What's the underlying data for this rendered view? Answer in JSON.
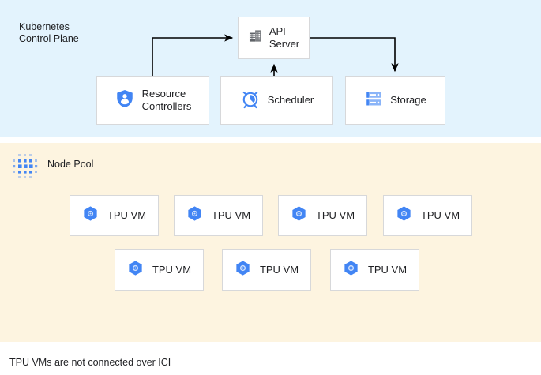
{
  "diagram": {
    "caption": "TPU VMs are not connected over ICI",
    "colors": {
      "control_plane_bg": "#e3f3fd",
      "node_pool_bg": "#fdf4e0",
      "box_bg": "#ffffff",
      "box_border": "#d7d8da",
      "accent_blue": "#4285f4",
      "icon_gray": "#5f6368",
      "arrow": "#000000",
      "text": "#202124"
    },
    "control_plane": {
      "title": "Kubernetes\nControl Plane",
      "nodes": [
        {
          "id": "api-server",
          "label": "API\nServer",
          "icon": "building-icon"
        },
        {
          "id": "resource-controllers",
          "label": "Resource\nControllers",
          "icon": "shield-person-icon"
        },
        {
          "id": "scheduler",
          "label": "Scheduler",
          "icon": "alarm-clock-icon"
        },
        {
          "id": "storage",
          "label": "Storage",
          "icon": "server-rack-icon"
        }
      ],
      "connections": [
        {
          "from": "resource-controllers",
          "to": "api-server",
          "style": "elbow-up-right"
        },
        {
          "from": "scheduler",
          "to": "api-server",
          "style": "straight-up"
        },
        {
          "from": "api-server",
          "to": "storage",
          "style": "elbow-right-down"
        }
      ]
    },
    "node_pool": {
      "title": "Node Pool",
      "icon": "dot-grid-icon",
      "vms": [
        {
          "label": "TPU VM",
          "icon": "tpu-hex-icon"
        },
        {
          "label": "TPU VM",
          "icon": "tpu-hex-icon"
        },
        {
          "label": "TPU VM",
          "icon": "tpu-hex-icon"
        },
        {
          "label": "TPU VM",
          "icon": "tpu-hex-icon"
        },
        {
          "label": "TPU VM",
          "icon": "tpu-hex-icon"
        },
        {
          "label": "TPU VM",
          "icon": "tpu-hex-icon"
        },
        {
          "label": "TPU VM",
          "icon": "tpu-hex-icon"
        }
      ]
    }
  }
}
